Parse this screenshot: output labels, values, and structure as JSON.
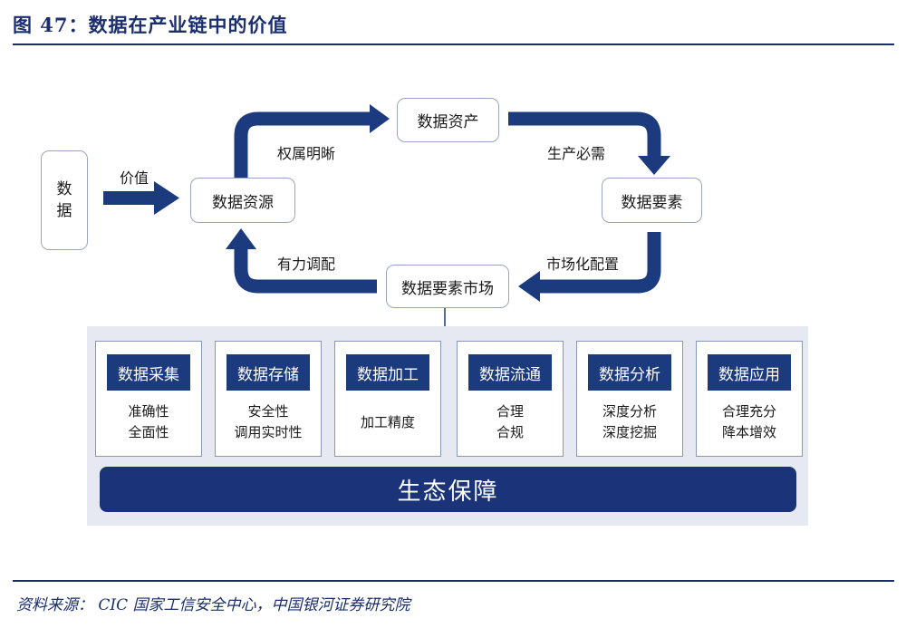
{
  "figure": {
    "title": "图 47：数据在产业链中的价值"
  },
  "nodes": {
    "data": "数\n据",
    "data_resource": "数据资源",
    "data_asset": "数据资产",
    "data_element": "数据要素",
    "data_element_market": "数据要素市场"
  },
  "edges": {
    "value": "价值",
    "clear_ownership": "权属明晰",
    "production_need": "生产必需",
    "market_allocation": "市场化配置",
    "effective_regulation": "有力调配"
  },
  "stages": [
    {
      "title": "数据采集",
      "lines": [
        "准确性",
        "全面性"
      ]
    },
    {
      "title": "数据存储",
      "lines": [
        "安全性",
        "调用实时性"
      ]
    },
    {
      "title": "数据加工",
      "lines": [
        "加工精度"
      ]
    },
    {
      "title": "数据流通",
      "lines": [
        "合理",
        "合规"
      ]
    },
    {
      "title": "数据分析",
      "lines": [
        "深度分析",
        "深度挖掘"
      ]
    },
    {
      "title": "数据应用",
      "lines": [
        "合理充分",
        "降本增效"
      ]
    }
  ],
  "foundation": {
    "label": "生态保障"
  },
  "source": "资料来源：  CIC 国家工信安全中心，中国银河证券研究院",
  "colors": {
    "navy": "#1c3a7e",
    "panel": "#e6e9f2",
    "border": "#9aa6bf"
  }
}
